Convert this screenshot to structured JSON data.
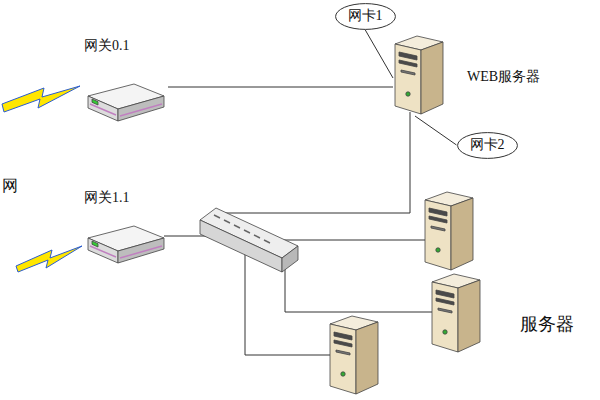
{
  "diagram": {
    "nodes": [
      {
        "text": [
          "网卡1"
        ]
      },
      {
        "text": [
          "网关0.1"
        ]
      },
      {
        "text": [
          "WEB服务器"
        ]
      },
      {
        "text": [
          "网卡2"
        ]
      },
      {
        "text": [
          "网关1.1"
        ]
      }
    ],
    "edges": [
      {
        "from": 1,
        "to": 2,
        "arrow": "none"
      },
      {
        "from": 0,
        "to": 2,
        "arrow": "none"
      },
      {
        "from": 2,
        "to": 3,
        "arrow": "none"
      }
    ],
    "labels": [
      "网",
      "服务器"
    ]
  }
}
